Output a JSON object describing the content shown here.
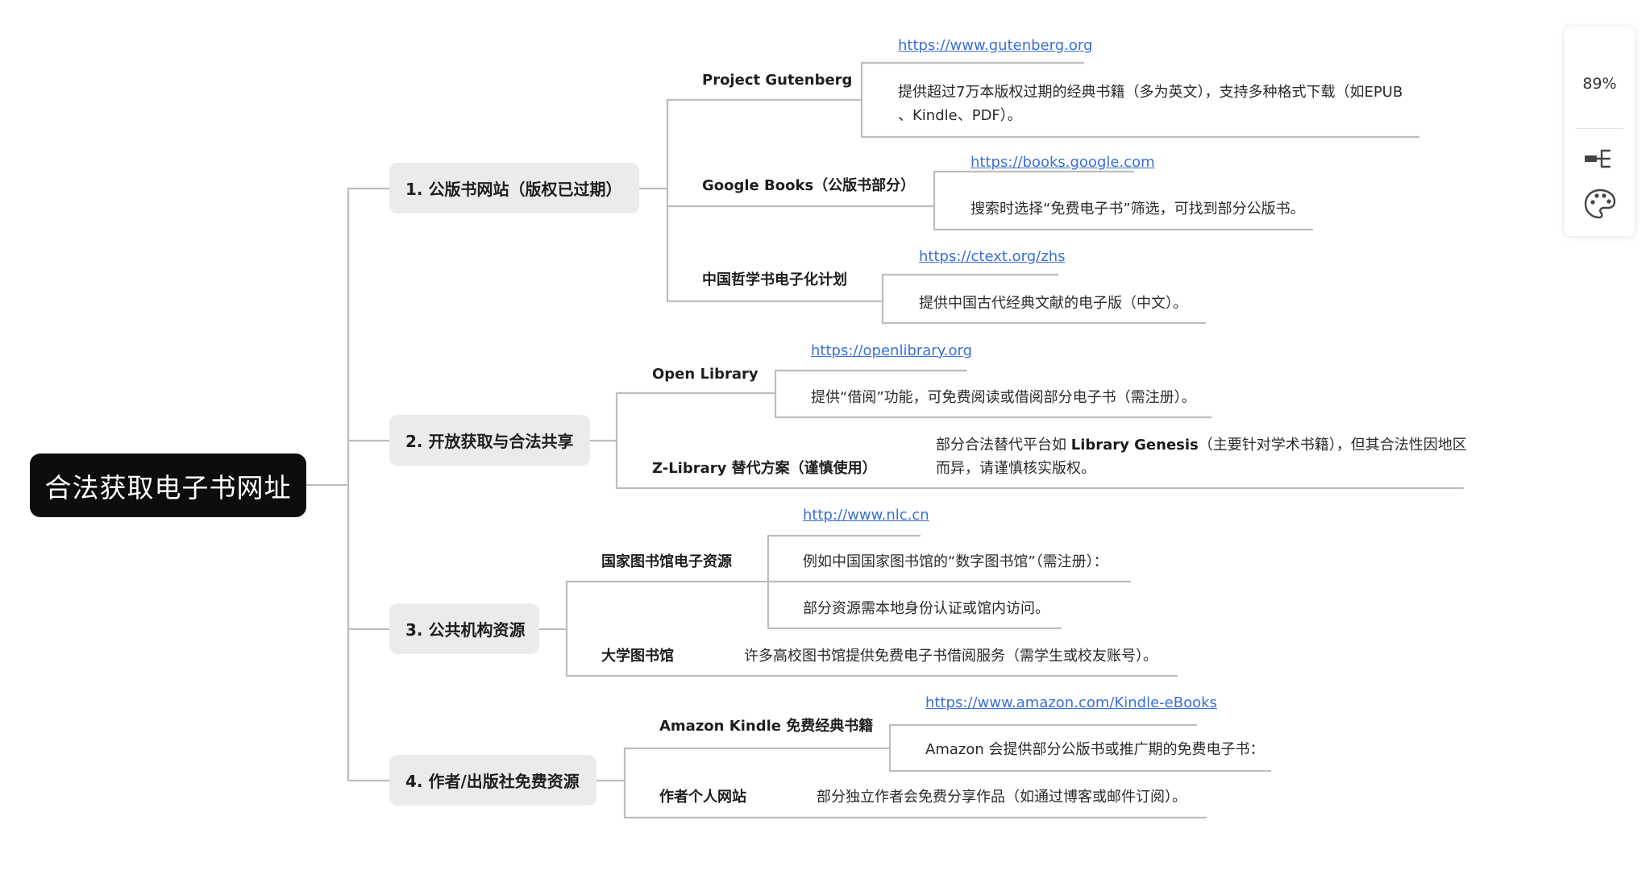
{
  "root": {
    "label": "合法获取电子书网址"
  },
  "branches": [
    {
      "label": "1. 公版书网站（版权已过期）",
      "children": [
        {
          "label": "Project Gutenberg",
          "link": "https://www.gutenberg.org",
          "notes": [
            "提供超过7万本版权过期的经典书籍（多为英文），支持多种格式下载（如EPUB",
            "、Kindle、PDF）。"
          ]
        },
        {
          "label": "Google Books（公版书部分）",
          "link": "https://books.google.com",
          "notes": [
            "搜索时选择“免费电子书”筛选，可找到部分公版书。"
          ]
        },
        {
          "label": "中国哲学书电子化计划",
          "link": "https://ctext.org/zhs",
          "notes": [
            "提供中国古代经典文献的电子版（中文）。"
          ]
        }
      ]
    },
    {
      "label": "2. 开放获取与合法共享",
      "children": [
        {
          "label": "Open Library",
          "link": "https://openlibrary.org",
          "notes": [
            "提供“借阅”功能，可免费阅读或借阅部分电子书（需注册）。"
          ]
        },
        {
          "label": "Z-Library 替代方案（谨慎使用）",
          "notes": [
            "部分合法替代平台如",
            "Library Genesis",
            "（主要针对学术书籍），但其合法性因地区",
            "而异，请谨慎核实版权。"
          ]
        }
      ]
    },
    {
      "label": "3. 公共机构资源",
      "children": [
        {
          "label": "国家图书馆电子资源",
          "link": "http://www.nlc.cn",
          "notes": [
            "例如中国国家图书馆的“数字图书馆”（需注册）：",
            "部分资源需本地身份认证或馆内访问。"
          ]
        },
        {
          "label": "大学图书馆",
          "notes": [
            "许多高校图书馆提供免费电子书借阅服务（需学生或校友账号）。"
          ]
        }
      ]
    },
    {
      "label": "4. 作者/出版社免费资源",
      "children": [
        {
          "label": "Amazon Kindle 免费经典书籍",
          "link": "https://www.amazon.com/Kindle-eBooks",
          "notes": [
            "Amazon 会提供部分公版书或推广期的免费电子书："
          ]
        },
        {
          "label": "作者个人网站",
          "notes": [
            "部分独立作者会免费分享作品（如通过博客或邮件订阅）。"
          ]
        }
      ]
    }
  ],
  "toolbar": {
    "zoom": "89%",
    "icons": [
      "outline-structure-icon",
      "palette-icon"
    ]
  },
  "colors": {
    "root_bg": "#0d0d0d",
    "branch_bg": "#ebebeb",
    "line": "#bdbdbd",
    "link": "#3a6fd8"
  }
}
